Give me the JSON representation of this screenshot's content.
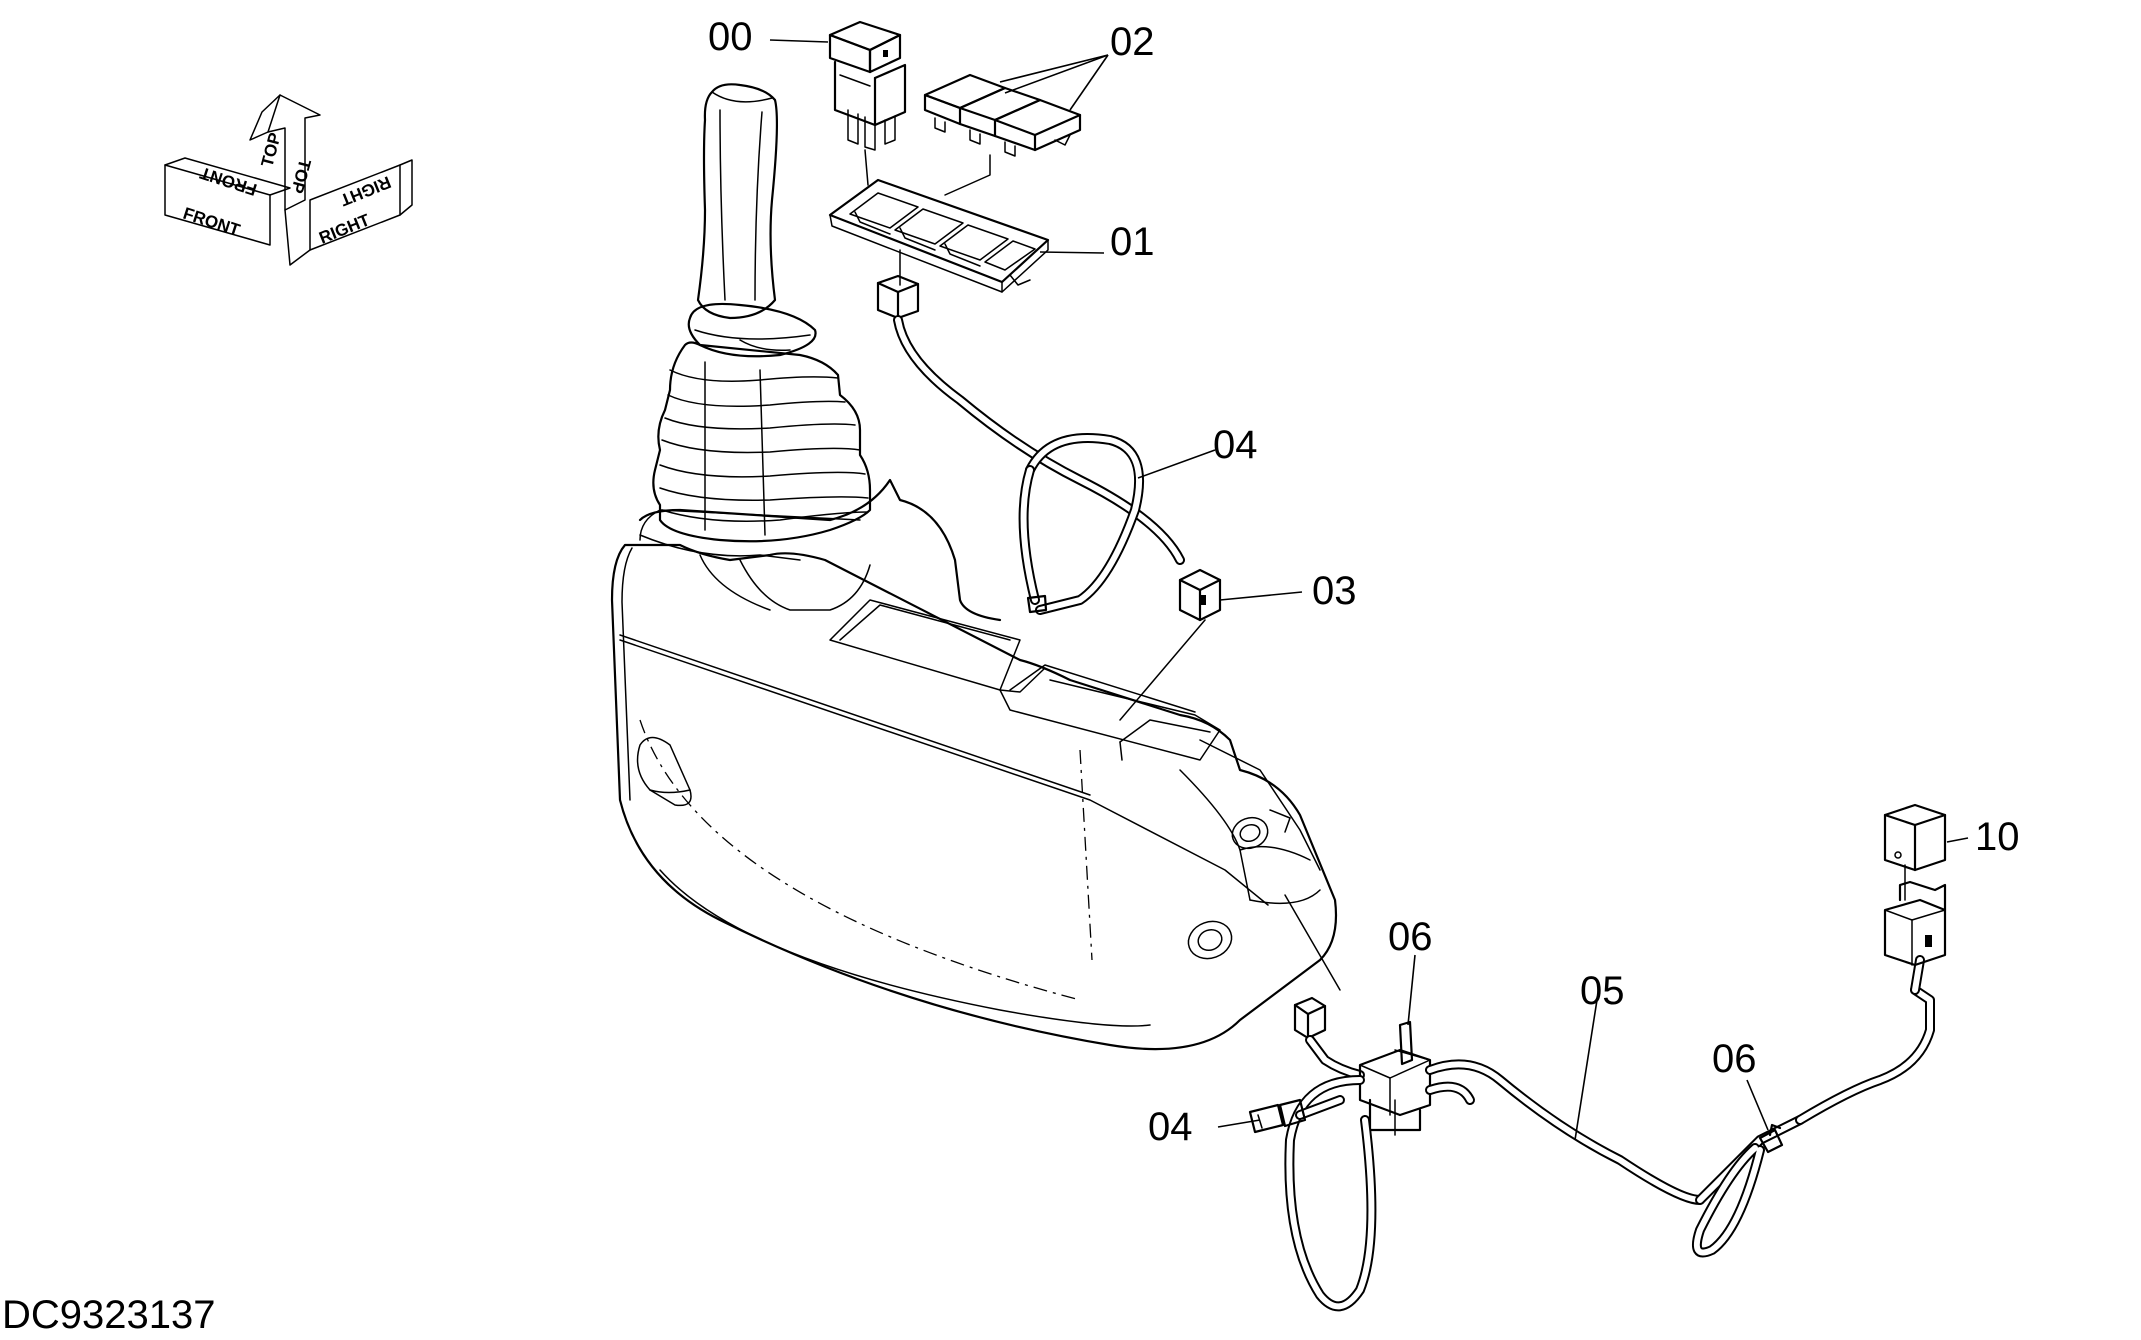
{
  "diagram": {
    "drawing_number": "DC9323137",
    "orientation_labels": {
      "front": "FRONT",
      "top": "TOP",
      "right": "RIGHT"
    },
    "callouts": [
      {
        "id": "00",
        "label": "00"
      },
      {
        "id": "01",
        "label": "01"
      },
      {
        "id": "02",
        "label": "02"
      },
      {
        "id": "03",
        "label": "03"
      },
      {
        "id": "04a",
        "label": "04"
      },
      {
        "id": "04b",
        "label": "04"
      },
      {
        "id": "05",
        "label": "05"
      },
      {
        "id": "06a",
        "label": "06"
      },
      {
        "id": "06b",
        "label": "06"
      },
      {
        "id": "10",
        "label": "10"
      }
    ]
  }
}
